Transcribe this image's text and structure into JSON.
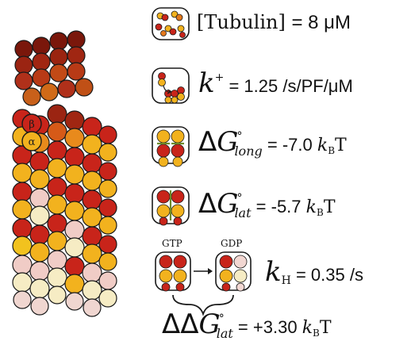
{
  "microtubule": {
    "beta_label": "β",
    "alpha_label": "α"
  },
  "params": {
    "tubulin": {
      "open": "[",
      "name": "Tubulin",
      "close": "]",
      "value": "= 8 μM"
    },
    "kplus": {
      "symbol": "k",
      "sup": "+",
      "value": "= 1.25 /s/PF/μM"
    },
    "dg_long": {
      "delta": "Δ",
      "symbol": "G",
      "degree": "°",
      "sub": "long",
      "value": "= -7.0",
      "kb": "k",
      "kb_sub": "B",
      "unit": "T"
    },
    "dg_lat": {
      "delta": "Δ",
      "symbol": "G",
      "degree": "°",
      "sub": "lat",
      "value": "= -5.7",
      "kb": "k",
      "kb_sub": "B",
      "unit": "T"
    },
    "kh": {
      "gtp_label": "GTP",
      "gdp_label": "GDP",
      "symbol": "k",
      "sub": "H",
      "value": "= 0.35 /s"
    },
    "ddg_lat": {
      "delta": "ΔΔ",
      "symbol": "G",
      "degree": "°",
      "sub": "lat",
      "value": "= +3.30",
      "kb": "k",
      "kb_sub": "B",
      "unit": "T"
    }
  },
  "colors": {
    "dark_red": "#8c1b0d",
    "red": "#c8241a",
    "orange": "#e3781c",
    "yellow": "#f5be1e",
    "pale_pink": "#f2d7d2",
    "pale_yellow": "#f6ecc4",
    "olive": "#6b8a2a"
  }
}
